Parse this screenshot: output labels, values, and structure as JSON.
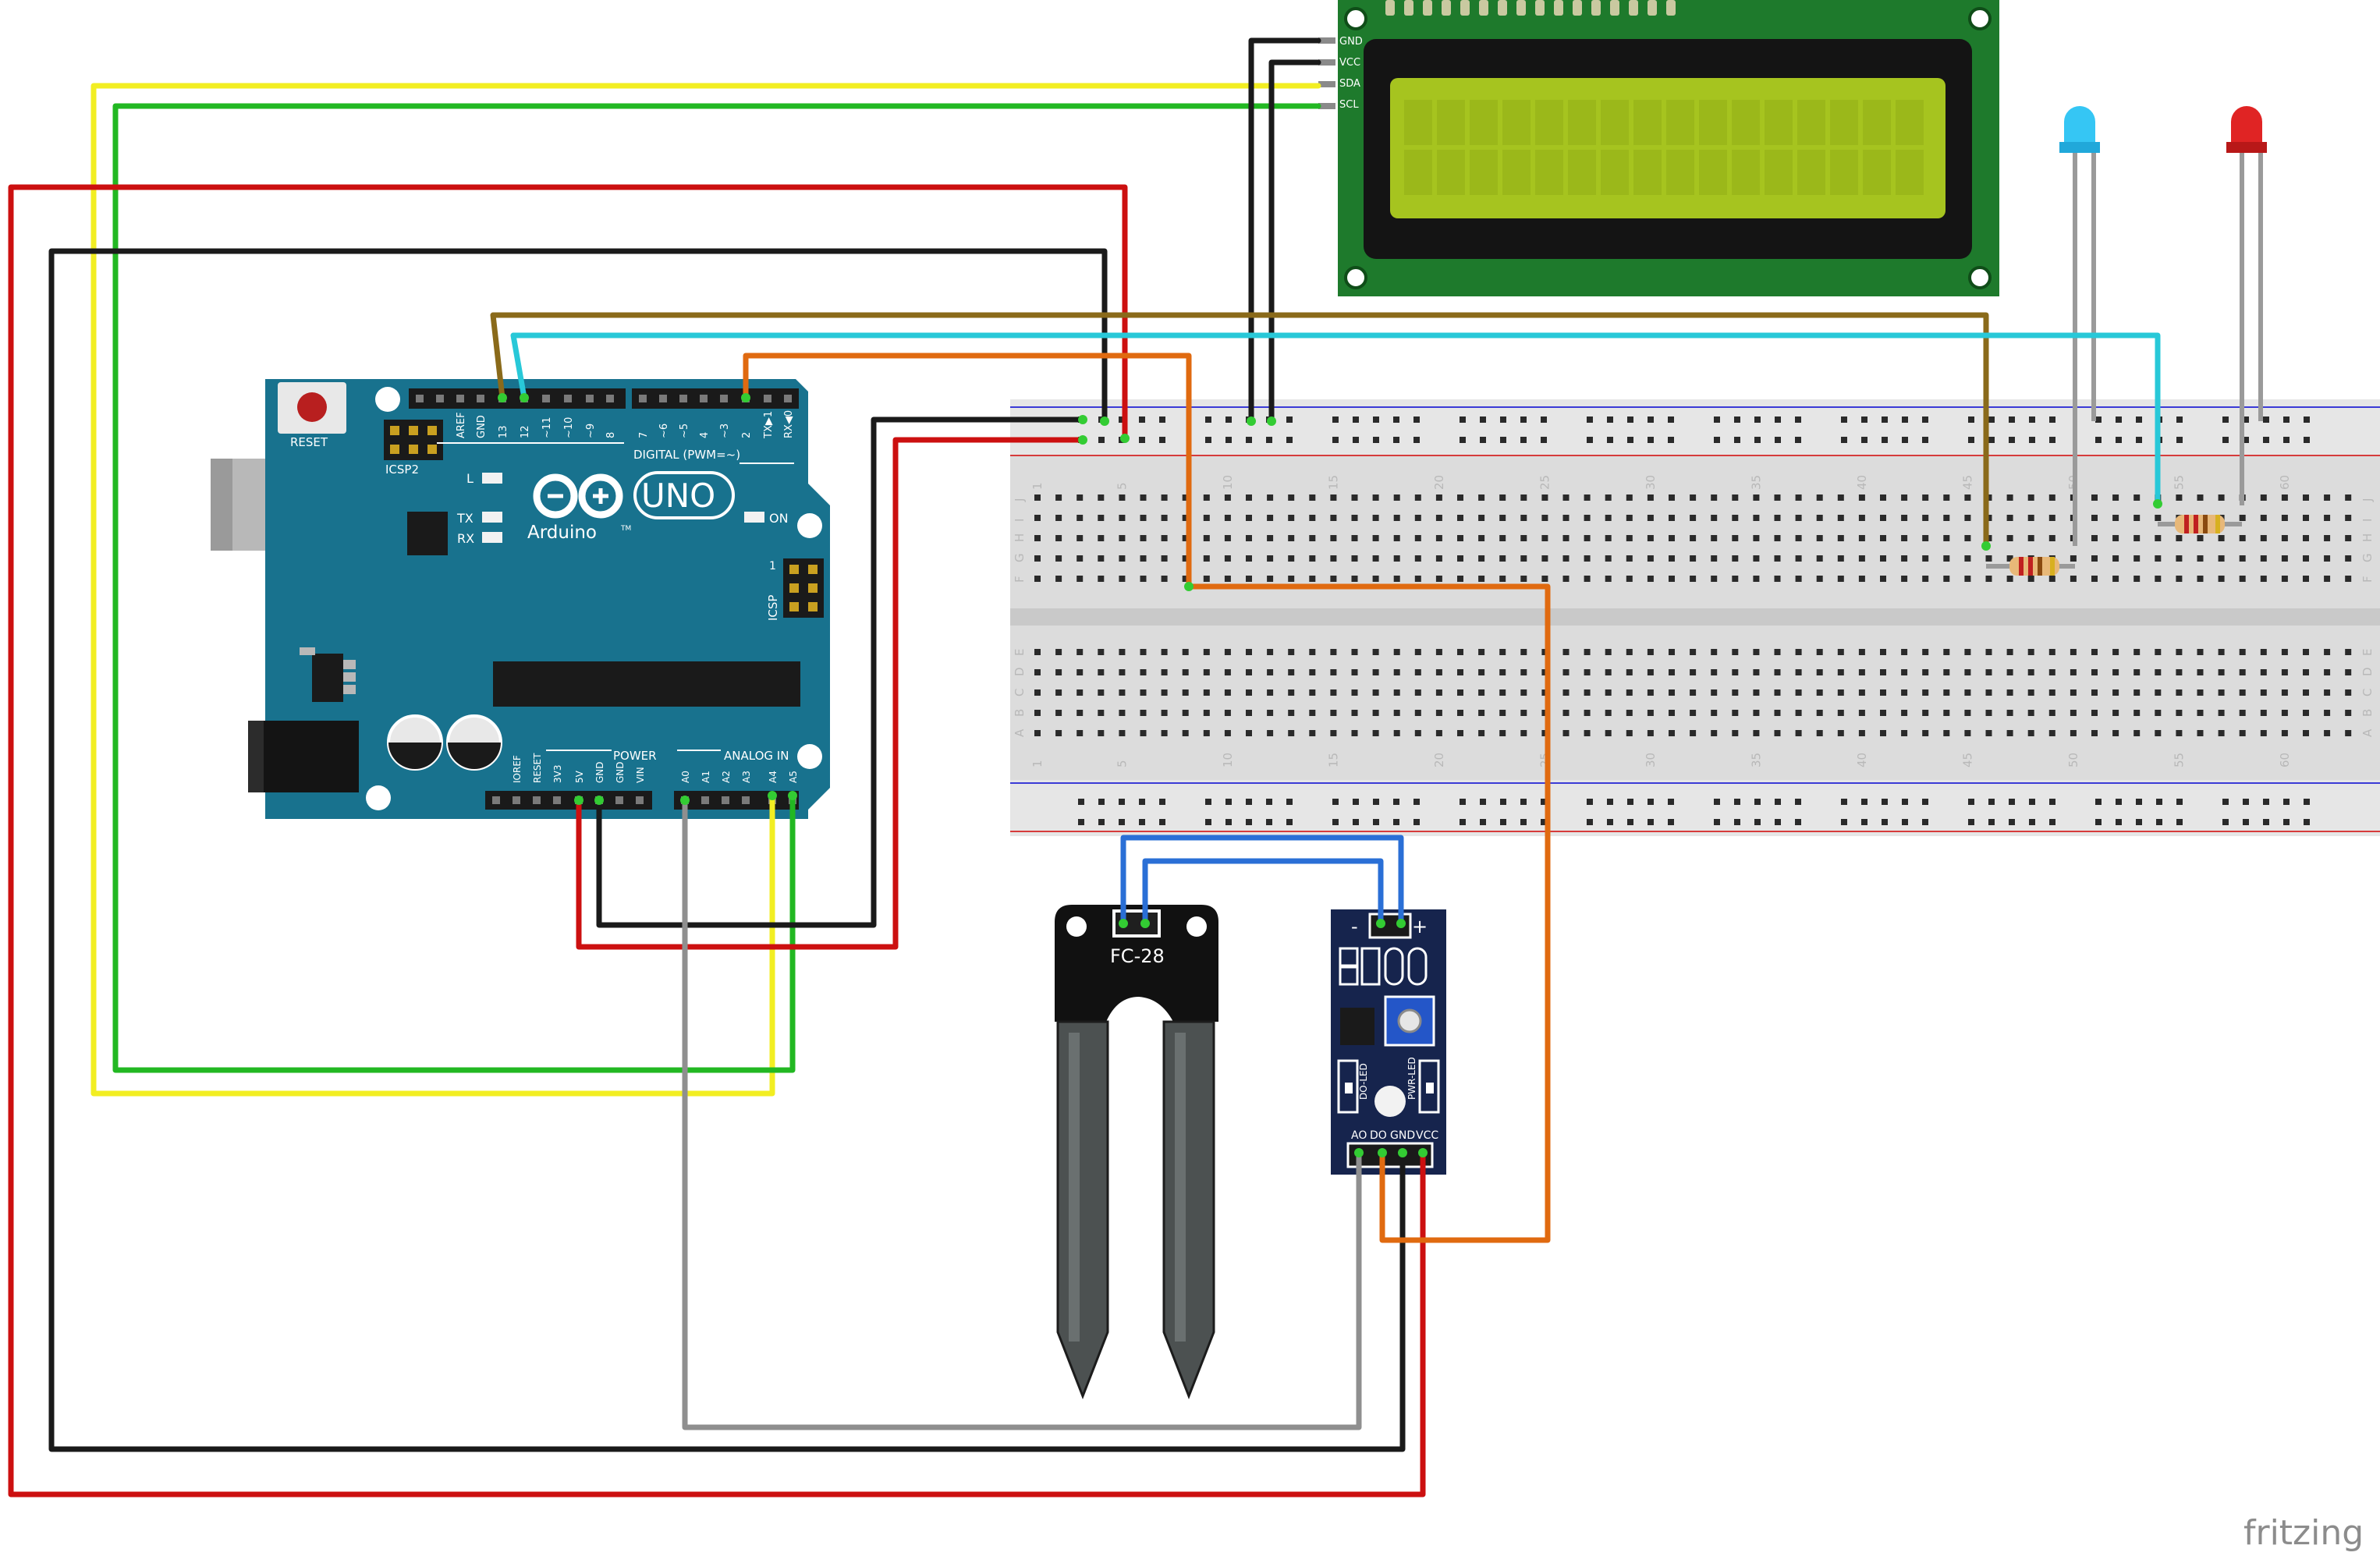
{
  "arduino": {
    "reset_label": "RESET",
    "icsp2_label": "ICSP2",
    "icsp_label": "ICSP",
    "digital_label": "DIGITAL (PWM=~)",
    "uno_label": "UNO",
    "brand_label": "Arduino",
    "tm_label": "TM",
    "on_label": "ON",
    "l_label": "L",
    "tx_label": "TX",
    "rx_label": "RX",
    "power_label": "POWER",
    "analog_label": "ANALOG IN",
    "icsp_pin1_label": "1",
    "digital_pins": [
      "AREF",
      "GND",
      "13",
      "12",
      "~11",
      "~10",
      "~9",
      "8",
      "7",
      "~6",
      "~5",
      "4",
      "~3",
      "2",
      "TX▶1",
      "RX◀0"
    ],
    "power_pins": [
      "IOREF",
      "RESET",
      "3V3",
      "5V",
      "GND",
      "GND",
      "VIN"
    ],
    "analog_pins": [
      "A0",
      "A1",
      "A2",
      "A3",
      "A4",
      "A5"
    ]
  },
  "lcd": {
    "pins": [
      "GND",
      "VCC",
      "SDA",
      "SCL"
    ],
    "screen_color": "#a6c41f",
    "board_color": "#1e7a2c"
  },
  "breadboard": {
    "column_numbers": [
      "1",
      "5",
      "10",
      "15",
      "20",
      "25",
      "30",
      "35",
      "40",
      "45",
      "50",
      "55",
      "60"
    ],
    "upper_rows": [
      "J",
      "I",
      "H",
      "G",
      "F"
    ],
    "lower_rows": [
      "E",
      "D",
      "C",
      "B",
      "A"
    ]
  },
  "sensor_probe": {
    "label": "FC-28"
  },
  "sensor_module": {
    "minus_label": "-",
    "plus_label": "+",
    "pins": [
      "AO",
      "DO",
      "GND",
      "VCC"
    ],
    "do_led_label": "DO-LED",
    "pwr_led_label": "PWR-LED"
  },
  "leds": [
    {
      "color": "#35c6f4",
      "name": "blue"
    },
    {
      "color": "#e02424",
      "name": "red"
    }
  ],
  "wire_colors": {
    "red": "#cc1010",
    "black": "#1a1a1a",
    "yellow": "#f2ee22",
    "green": "#22b822",
    "brown": "#8a6a1a",
    "cyan": "#28c8d8",
    "orange": "#e06a10",
    "blue": "#2a6fd6",
    "gray": "#8f8f8f"
  },
  "watermark": "fritzing"
}
